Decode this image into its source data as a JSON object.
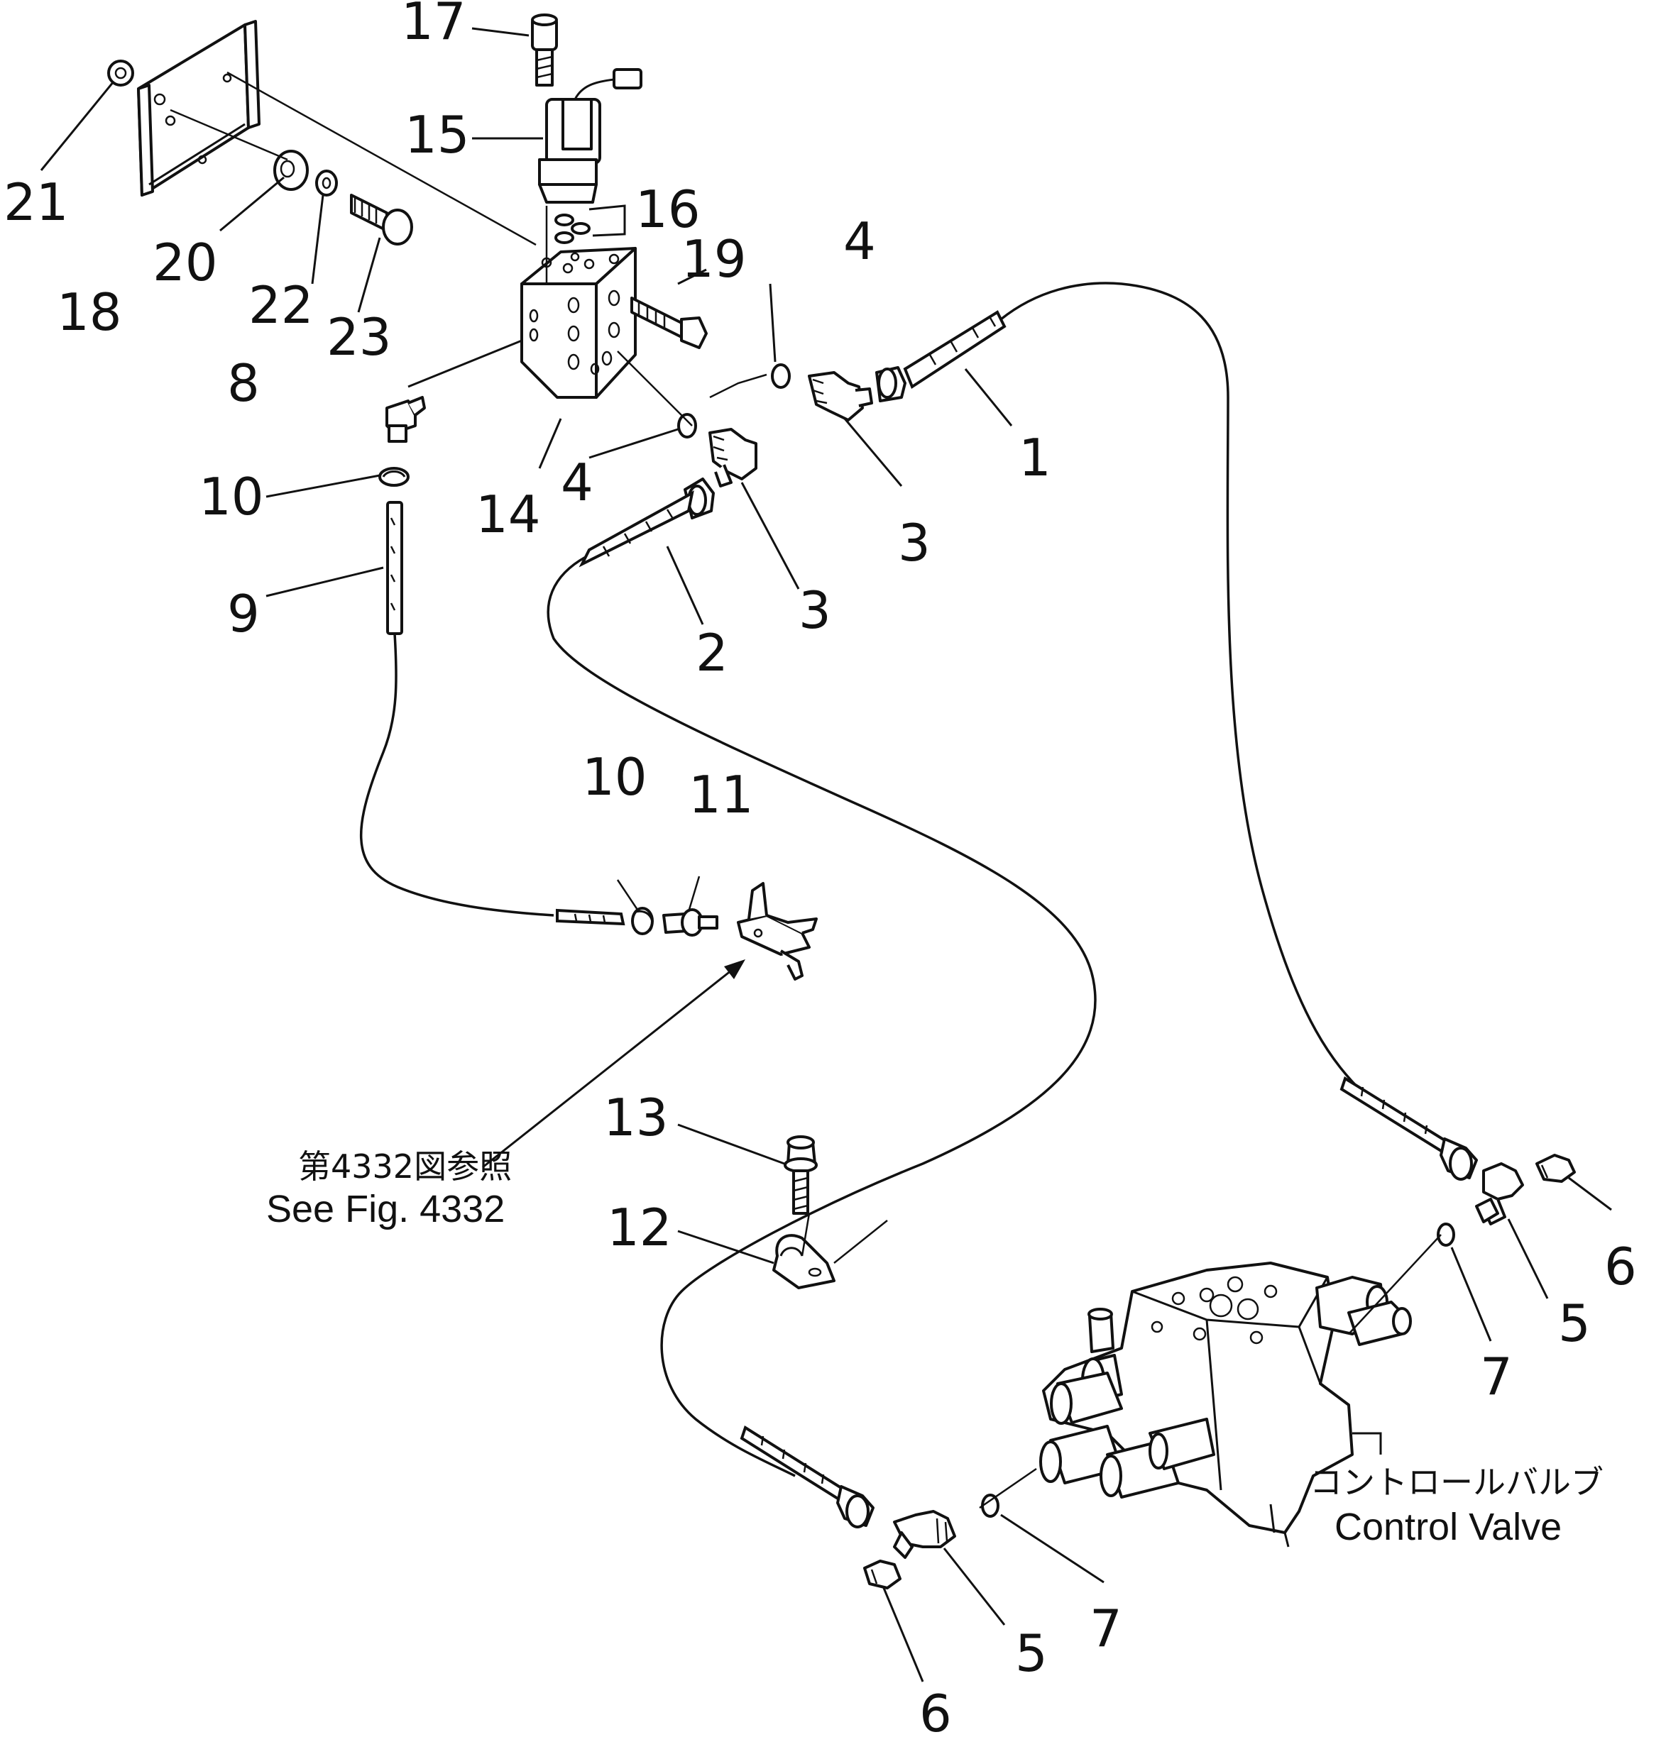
{
  "parts": [
    "1",
    "2",
    "3",
    "3",
    "4",
    "4",
    "5",
    "5",
    "6",
    "6",
    "7",
    "7",
    "8",
    "9",
    "10",
    "10",
    "11",
    "12",
    "13",
    "14",
    "15",
    "16",
    "17",
    "18",
    "19",
    "20",
    "21",
    "22",
    "23"
  ],
  "notes": {
    "ref_jp": "第4332図参照",
    "ref_en": "See Fig. 4332",
    "valve_jp": "コントロールバルブ",
    "valve_en": "Control Valve"
  }
}
